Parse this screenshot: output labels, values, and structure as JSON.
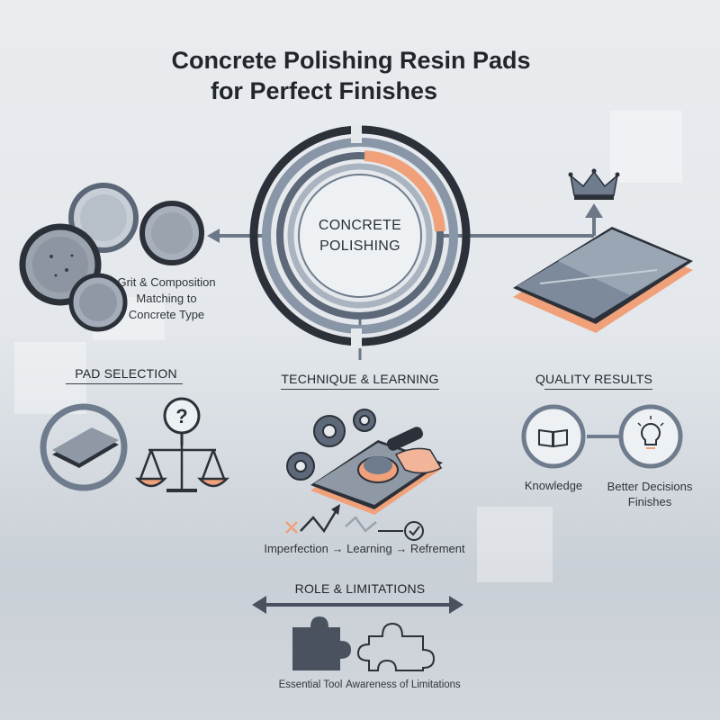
{
  "title": {
    "line1": "Concrete Polishing Resin Pads",
    "line2": "for Perfect Finishes"
  },
  "center": {
    "line1": "CONCRETE",
    "line2": "POLISHING"
  },
  "grit": {
    "line1": "Grit & Composition",
    "line2": "Matching to",
    "line3": "Concrete Type"
  },
  "sections": {
    "pad_selection": "PAD SELECTION",
    "technique": "TECHNIQUE & LEARNING",
    "quality": "QUALITY RESULTS",
    "role": "ROLE & LIMITATIONS"
  },
  "quality": {
    "knowledge": "Knowledge",
    "better_line1": "Better Decisions",
    "better_line2": "Finishes"
  },
  "technique": {
    "flow": "Imperfection → Learning → Refrement"
  },
  "role": {
    "essential": "Essential Tool",
    "awareness": "Awareness of Limitations"
  },
  "colors": {
    "accent": "#f0a17a",
    "dark": "#2c3139",
    "steel": "#6f7c8e",
    "light_steel": "#aab4c0"
  },
  "icons": [
    "crown-icon",
    "arrow-up-icon",
    "question-icon",
    "scale-icon",
    "gear-icon",
    "book-icon",
    "lightbulb-icon",
    "check-icon",
    "cross-icon",
    "puzzle-icon"
  ]
}
